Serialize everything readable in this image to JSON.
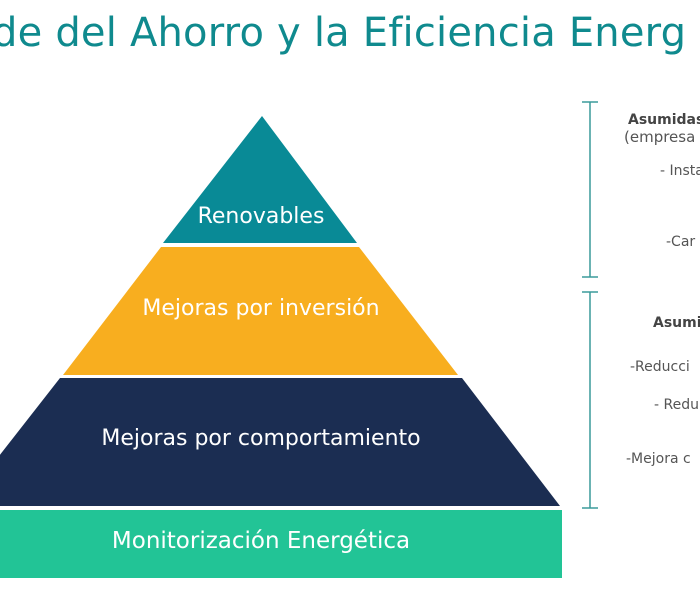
{
  "title": "de del Ahorro y la Eficiencia Energ",
  "levels": {
    "renovables": "Renovables",
    "inversion": "Mejoras por inversión",
    "comportamiento": "Mejoras por comportamiento",
    "monitorizacion": "Monitorización Energética"
  },
  "right_top": {
    "heading": "Asumidas",
    "subheading": "(empresa",
    "item1": "- Insta",
    "item2": "-Car"
  },
  "right_bottom": {
    "heading": "Asumi",
    "item1": "-Reducci",
    "item2": "- Redu",
    "item3": "-Mejora c"
  },
  "colors": {
    "title": "#0f8a8e",
    "renovables": "#098a96",
    "inversion": "#f8ae1f",
    "comportamiento": "#1b2d52",
    "monitorizacion": "#22c496",
    "bracket": "#3a9a9a"
  }
}
